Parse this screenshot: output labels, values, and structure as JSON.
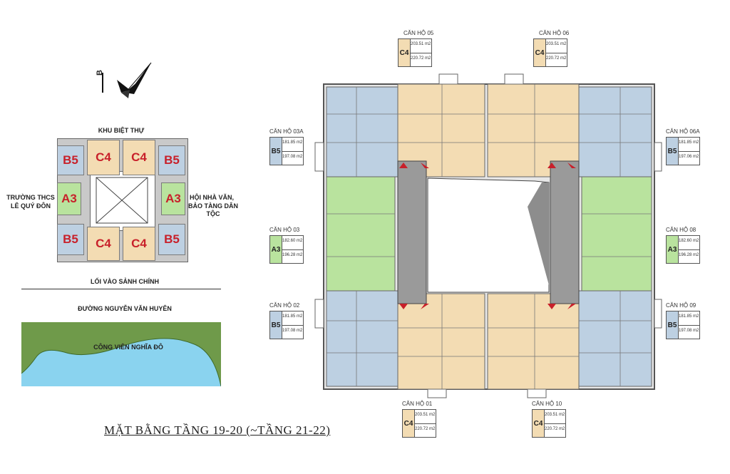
{
  "colors": {
    "c4": "#f3dcb3",
    "b5": "#bdd0e2",
    "a3": "#b9e39e",
    "core": "#9a9a9a",
    "park_grass": "#6f9a4a",
    "park_water": "#8ad3ef",
    "accent_red": "#c8202a"
  },
  "key_plan": {
    "top_label": "KHU BIỆT THỰ",
    "left_label_1": "TRƯỜNG THCS",
    "left_label_2": "LÊ QUÝ ĐÔN",
    "right_label_1": "HỘI NHÀ VĂN,",
    "right_label_2": "BẢO TÀNG DÂN TỘC",
    "entrance_label": "LỐI VÀO SẢNH CHÍNH",
    "road_label": "ĐƯỜNG NGUYỄN VĂN HUYÊN",
    "park_label": "CÔNG VIÊN NGHĨA ĐÔ",
    "units": {
      "tl": "B5",
      "tc1": "C4",
      "tc2": "C4",
      "tr": "B5",
      "ml": "A3",
      "mr": "A3",
      "bl": "B5",
      "bc1": "C4",
      "bc2": "C4",
      "br": "B5"
    }
  },
  "compass": {
    "label": "B"
  },
  "unit_cards": [
    {
      "id": "05",
      "title": "CĂN HỘ  05",
      "type": "C4",
      "area1": "203.51  m2",
      "area2": "220.72  m2"
    },
    {
      "id": "06",
      "title": "CĂN HỘ  06",
      "type": "C4",
      "area1": "203.51  m2",
      "area2": "220.72  m2"
    },
    {
      "id": "03a",
      "title": "CĂN HỘ 03A",
      "type": "B5",
      "area1": "181.85  m2",
      "area2": "197.08  m2"
    },
    {
      "id": "06a",
      "title": "CĂN HỘ 06A",
      "type": "B5",
      "area1": "181.85  m2",
      "area2": "197.06  m2"
    },
    {
      "id": "03",
      "title": "CĂN HỘ  03",
      "type": "A3",
      "area1": "182.60  m2",
      "area2": "196.28  m2"
    },
    {
      "id": "08",
      "title": "CĂN HỘ  08",
      "type": "A3",
      "area1": "182.60  m2",
      "area2": "196.28  m2"
    },
    {
      "id": "02",
      "title": "CĂN HỘ  02",
      "type": "B5",
      "area1": "181.85  m2",
      "area2": "197.08  m2"
    },
    {
      "id": "09",
      "title": "CĂN HỘ  09",
      "type": "B5",
      "area1": "181.85  m2",
      "area2": "197.08  m2"
    },
    {
      "id": "01",
      "title": "CĂN HỘ  01",
      "type": "C4",
      "area1": "203.51  m2",
      "area2": "220.72  m2"
    },
    {
      "id": "10",
      "title": "CĂN HỘ  10",
      "type": "C4",
      "area1": "203.51  m2",
      "area2": "220.72  m2"
    }
  ],
  "plan_title": "MẶT BẰNG TẦNG 19-20 (~TẦNG 21-22)"
}
